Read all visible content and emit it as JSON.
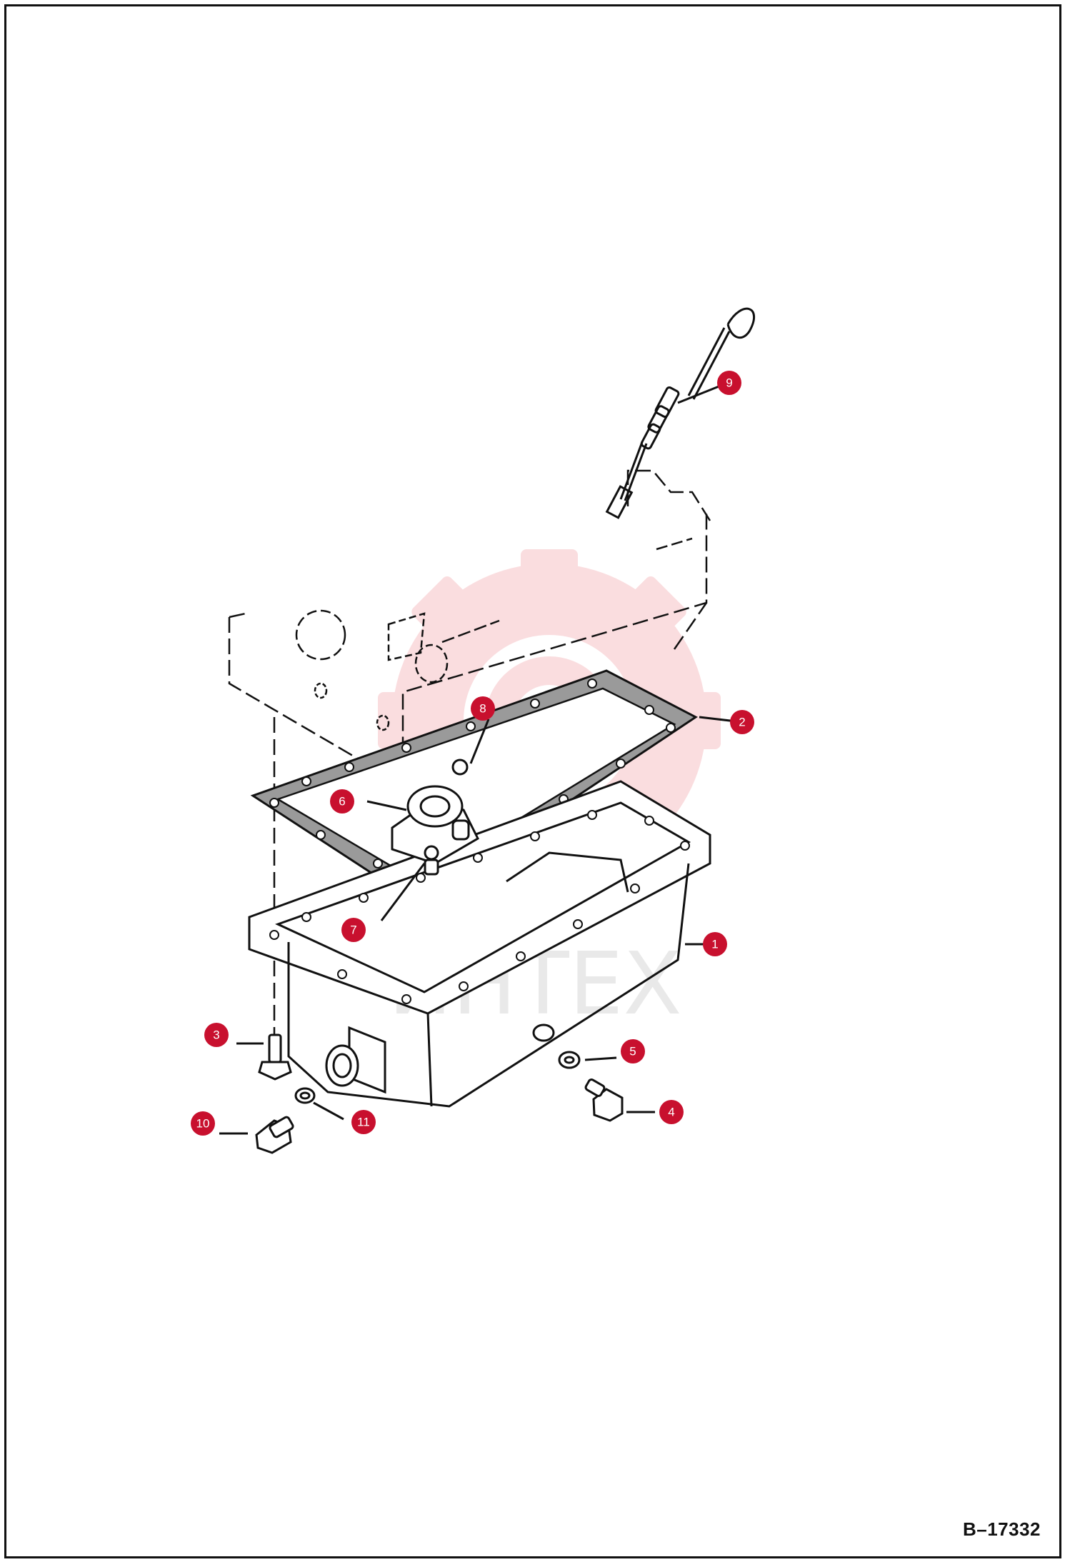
{
  "drawing_number": "B–17332",
  "watermark": {
    "text": "ИНТЕХ",
    "color": "#f2a0a6"
  },
  "callout_color": "#c8102e",
  "callouts": [
    {
      "number": "1",
      "part": "oil-pan"
    },
    {
      "number": "2",
      "part": "oil-pan-gasket"
    },
    {
      "number": "3",
      "part": "pan-bolt"
    },
    {
      "number": "4",
      "part": "drain-plug-side"
    },
    {
      "number": "5",
      "part": "washer-side"
    },
    {
      "number": "6",
      "part": "oil-strainer"
    },
    {
      "number": "7",
      "part": "strainer-bolt"
    },
    {
      "number": "8",
      "part": "strainer-o-ring"
    },
    {
      "number": "9",
      "part": "dipstick"
    },
    {
      "number": "10",
      "part": "drain-plug-front"
    },
    {
      "number": "11",
      "part": "washer-front"
    }
  ]
}
